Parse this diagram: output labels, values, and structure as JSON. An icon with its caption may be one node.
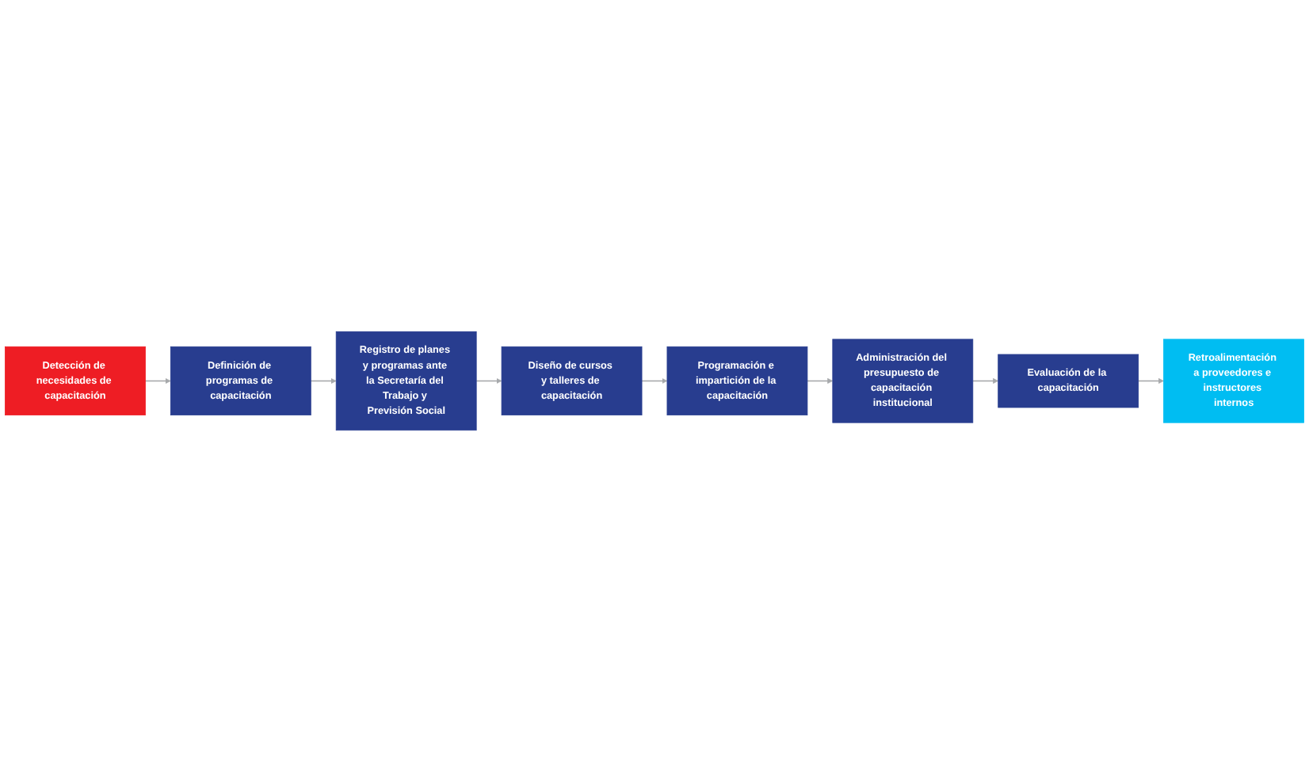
{
  "diagram": {
    "nodes": [
      {
        "text": [
          "Detección de necesidades de capacitación"
        ]
      },
      {
        "text": [
          "Definición de programas de capacitación"
        ]
      },
      {
        "text": [
          "Registro de planes y programas ante la Secretaría del Trabajo y Previsión Social"
        ]
      },
      {
        "text": [
          "Retroalimentación a proveedores e instructores internos"
        ]
      },
      {
        "text": [
          "Diseño de cursos y talleres de capacitación"
        ]
      },
      {
        "text": [
          "Evaluación de la capacitación"
        ]
      },
      {
        "text": [
          "Administración del presupuesto de capacitación institucional"
        ]
      },
      {
        "text": [
          "Programación e impartición de la capacitación"
        ]
      }
    ],
    "edges": [
      {
        "from": 0,
        "to": 1,
        "arrow": "to"
      },
      {
        "from": 1,
        "to": 2,
        "arrow": "to"
      },
      {
        "from": 2,
        "to": 4,
        "arrow": "to"
      },
      {
        "from": 4,
        "to": 7,
        "arrow": "to"
      },
      {
        "from": 7,
        "to": 6,
        "arrow": "to"
      },
      {
        "from": 6,
        "to": 5,
        "arrow": "to"
      },
      {
        "from": 5,
        "to": 3,
        "arrow": "to"
      }
    ]
  }
}
